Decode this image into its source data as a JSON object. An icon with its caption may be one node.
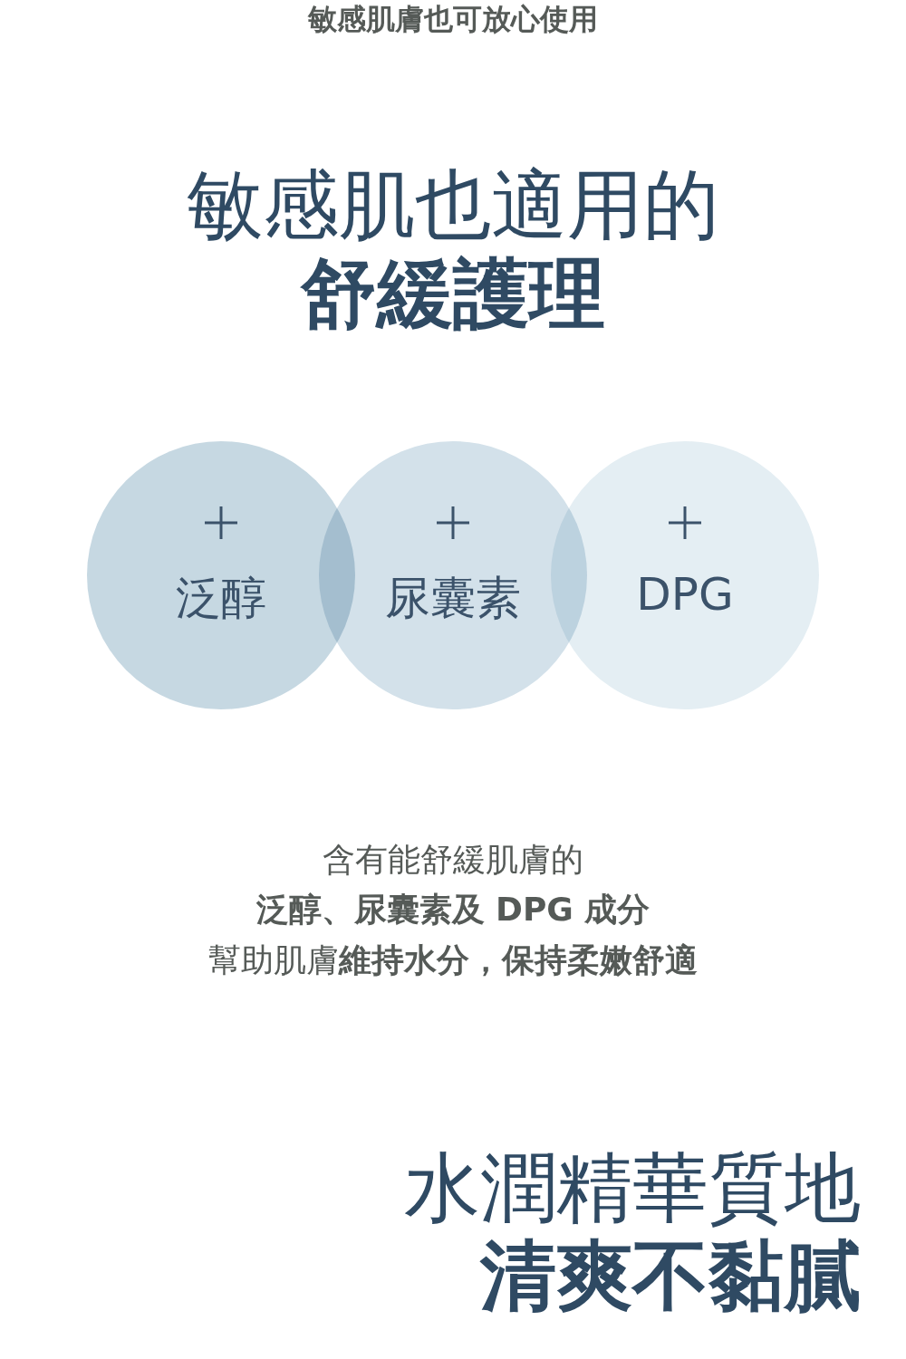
{
  "diagram": {
    "nodes": [
      {
        "text": [
          "泛醇"
        ]
      },
      {
        "text": [
          "尿囊素"
        ]
      },
      {
        "text": [
          "DPG"
        ]
      }
    ],
    "edges": [],
    "labels": [
      "敏感肌膚也可放心使用",
      "敏感肌也適用的",
      "舒緩護理",
      "含有能舒緩肌膚的",
      "泛醇、尿囊素及 DPG 成分",
      "幫助肌膚**維持水分，保持柔嫩舒適**",
      "水潤精華質地",
      "清爽不黏膩"
    ]
  }
}
